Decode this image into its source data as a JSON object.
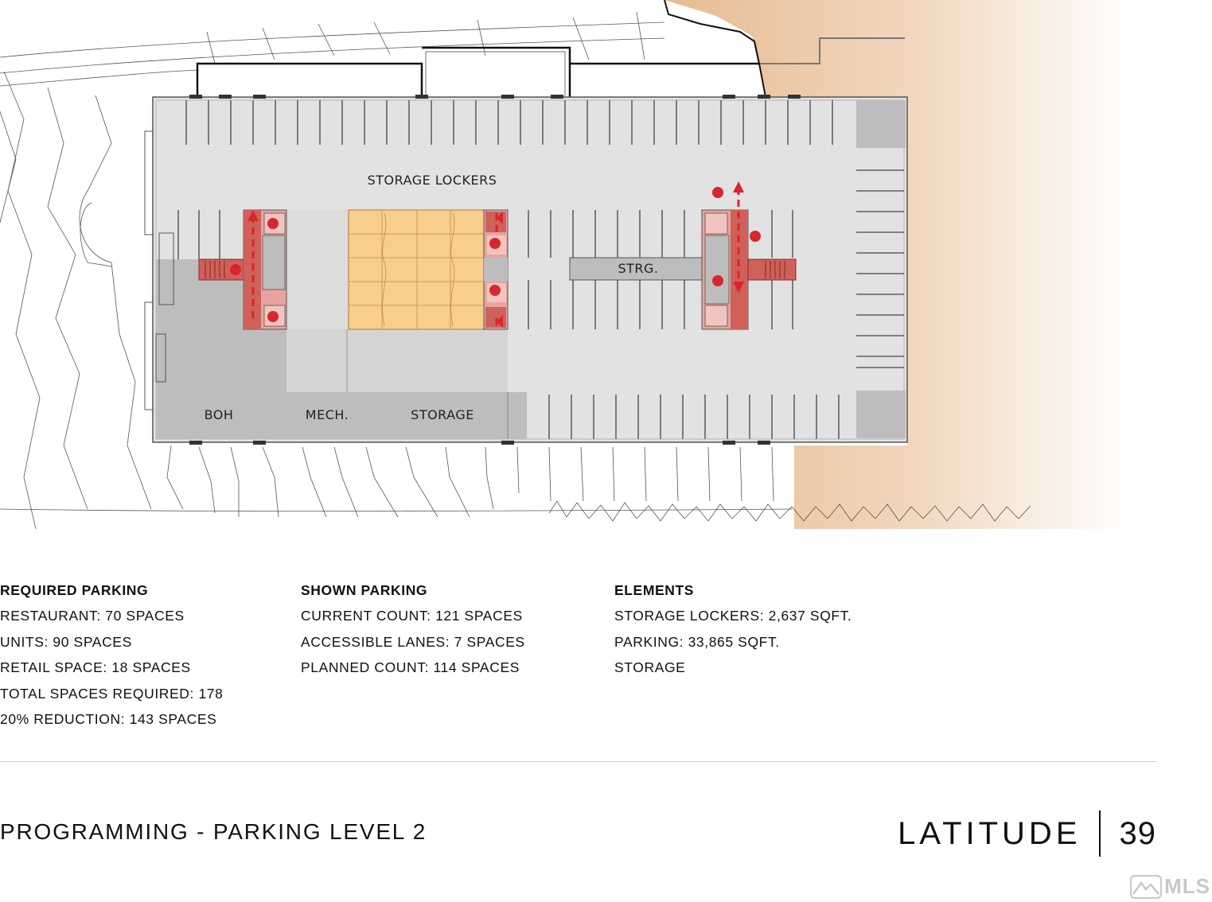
{
  "plan": {
    "labels": {
      "storage_lockers": "STORAGE LOCKERS",
      "strg": "STRG.",
      "boh": "BOH",
      "mech": "MECH.",
      "storage": "STORAGE"
    },
    "colors": {
      "slab": "#e2e2e2",
      "service": "#bdbdbd",
      "lockers": "#f7ce8c",
      "core": "#e7a4a0",
      "core_dark": "#cf605a",
      "accent_red": "#d7262d",
      "terrain": "#e9c29b"
    }
  },
  "columns": {
    "required": {
      "title": "REQUIRED PARKING",
      "items": [
        "RESTAURANT: 70 SPACES",
        "UNITS: 90 SPACES",
        "RETAIL SPACE: 18 SPACES",
        "TOTAL SPACES REQUIRED: 178",
        "20% REDUCTION: 143 SPACES"
      ]
    },
    "shown": {
      "title": "SHOWN PARKING",
      "items": [
        "CURRENT COUNT: 121 SPACES",
        "ACCESSIBLE LANES: 7 SPACES",
        "PLANNED COUNT: 114 SPACES"
      ]
    },
    "elements": {
      "title": "ELEMENTS",
      "items": [
        "STORAGE LOCKERS: 2,637 SQFT.",
        "PARKING: 33,865 SQFT.",
        "STORAGE"
      ]
    }
  },
  "footer": {
    "title": "PROGRAMMING - PARKING LEVEL 2",
    "brand": "LATITUDE",
    "brand_number": "39"
  },
  "watermark": {
    "icon": "mls-mountain-icon",
    "text": "MLS"
  }
}
